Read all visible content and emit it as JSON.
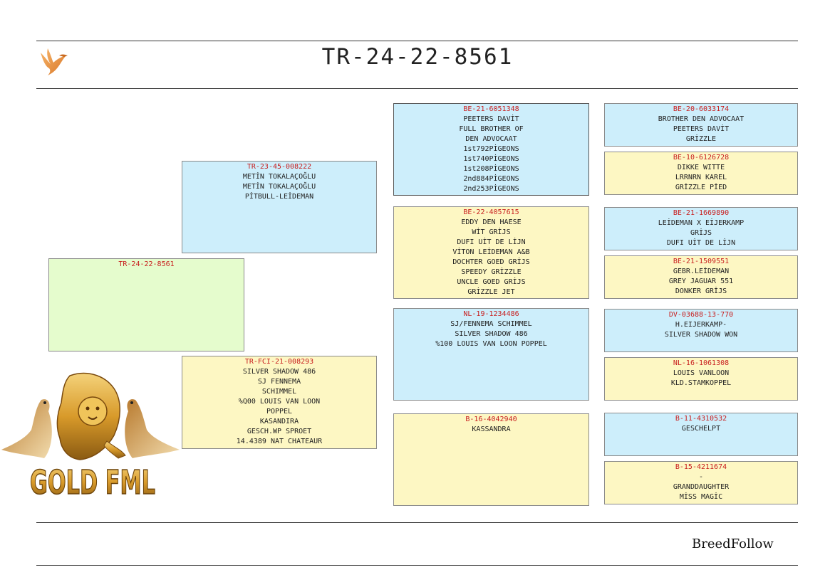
{
  "header": {
    "title": "TR-24-22-8561"
  },
  "footer": {
    "brand": "BreedFollow"
  },
  "logo": {
    "text": "GOLD FML"
  },
  "colors": {
    "ring": "#c81e1e",
    "blue_box": "#cdeefb",
    "yellow_box": "#fdf7c3",
    "green_box": "#e5fccd"
  },
  "subject": {
    "ring": "TR-24-22-8561",
    "lines": []
  },
  "sire": {
    "ring": "TR-23-45-008222",
    "lines": [
      "METİN TOKALAÇOĞLU",
      "METİN TOKALAÇOĞLU",
      "PİTBULL-LEİDEMAN"
    ]
  },
  "dam": {
    "ring": "TR-FCI-21-008293",
    "lines": [
      "SILVER SHADOW 486",
      "SJ FENNEMA",
      "SCHIMMEL",
      "%Q00 LOUIS VAN LOON",
      "POPPEL",
      "KASANDIRA",
      "GESCH.WP SPROET",
      "14.4389 NAT CHATEAUR"
    ]
  },
  "sire_sire": {
    "ring": "BE-21-6051348",
    "lines": [
      "PEETERS DAVİT",
      "FULL BROTHER OF",
      "DEN ADVOCAAT",
      "1st792PİGEONS",
      "1st740PİGEONS",
      "1st208PİGEONS",
      "2nd884PİGEONS",
      "2nd253PİGEONS"
    ]
  },
  "sire_dam": {
    "ring": "BE-22-4057615",
    "lines": [
      "EDDY DEN HAESE",
      "WİT GRİJS",
      "DUFI UİT DE LİJN",
      "VİTON LEİDEMAN A&B",
      "DOCHTER GOED GRİJS",
      "SPEEDY GRİZZLE",
      "UNCLE GOED GRİJS",
      "GRİZZLE JET"
    ]
  },
  "dam_sire": {
    "ring": "NL-19-1234486",
    "lines": [
      "SJ/FENNEMA SCHIMMEL",
      "SILVER SHADOW 486",
      "%100 LOUIS VAN LOON POPPEL"
    ]
  },
  "dam_dam": {
    "ring": "B-16-4042940",
    "lines": [
      "KASSANDRA"
    ]
  },
  "ss_sire": {
    "ring": "BE-20-6033174",
    "lines": [
      "BROTHER DEN ADVOCAAT",
      "PEETERS DAVİT",
      "GRİZZLE"
    ]
  },
  "ss_dam": {
    "ring": "BE-10-6126728",
    "lines": [
      "DIKKE WITTE",
      "LRRNRN KAREL",
      "GRİZZLE PİED"
    ]
  },
  "sd_sire": {
    "ring": "BE-21-1669890",
    "lines": [
      "LEİDEMAN X EİJERKAMP",
      "GRİJS",
      "DUFI UİT DE LİJN"
    ]
  },
  "sd_dam": {
    "ring": "BE-21-1509551",
    "lines": [
      "GEBR.LEİDEMAN",
      "GREY JAGUAR 551",
      "DONKER GRİJS"
    ]
  },
  "ds_sire": {
    "ring": "DV-03688-13-770",
    "lines": [
      "H.EIJERKAMP-",
      "SILVER SHADOW WON"
    ]
  },
  "ds_dam": {
    "ring": "NL-16-1061308",
    "lines": [
      "LOUIS VANLOON",
      "KLD.STAMKOPPEL"
    ]
  },
  "dd_sire": {
    "ring": "B-11-4310532",
    "lines": [
      "GESCHELPT"
    ]
  },
  "dd_dam": {
    "ring": "B-15-4211674",
    "lines": [
      "-",
      "GRANDDAUGHTER",
      "MİSS MAGİC"
    ]
  }
}
